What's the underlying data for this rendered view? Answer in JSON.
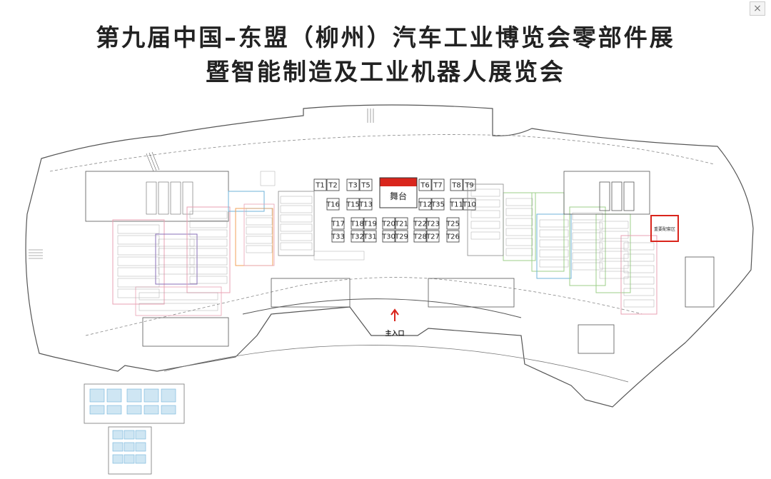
{
  "title_line1": "第九届中国–东盟（柳州）汽车工业博览会零部件展",
  "title_line2": "暨智能制造及工业机器人展览会",
  "stage_label": "舞台",
  "entrance_label": "主入口",
  "close_icon": "×",
  "special_zone_label": "重要配套区",
  "colors": {
    "stage_red": "#d9251c",
    "zone_pink": "#e8a1b3",
    "zone_purple": "#8a6fb8",
    "zone_blue": "#6fb3d9",
    "zone_green": "#9ccf8a",
    "zone_orange": "#f2a15a",
    "outline": "#555555"
  },
  "booths_t": [
    {
      "id": "T1"
    },
    {
      "id": "T2"
    },
    {
      "id": "T3"
    },
    {
      "id": "T5"
    },
    {
      "id": "T6"
    },
    {
      "id": "T7"
    },
    {
      "id": "T8"
    },
    {
      "id": "T9"
    },
    {
      "id": "T16"
    },
    {
      "id": "T15"
    },
    {
      "id": "T13"
    },
    {
      "id": "T12"
    },
    {
      "id": "T35"
    },
    {
      "id": "T11"
    },
    {
      "id": "T10"
    },
    {
      "id": "T17"
    },
    {
      "id": "T18"
    },
    {
      "id": "T19"
    },
    {
      "id": "T20"
    },
    {
      "id": "T21"
    },
    {
      "id": "T22"
    },
    {
      "id": "T23"
    },
    {
      "id": "T25"
    },
    {
      "id": "T33"
    },
    {
      "id": "T32"
    },
    {
      "id": "T31"
    },
    {
      "id": "T30"
    },
    {
      "id": "T29"
    },
    {
      "id": "T28"
    },
    {
      "id": "T27"
    },
    {
      "id": "T26"
    }
  ]
}
